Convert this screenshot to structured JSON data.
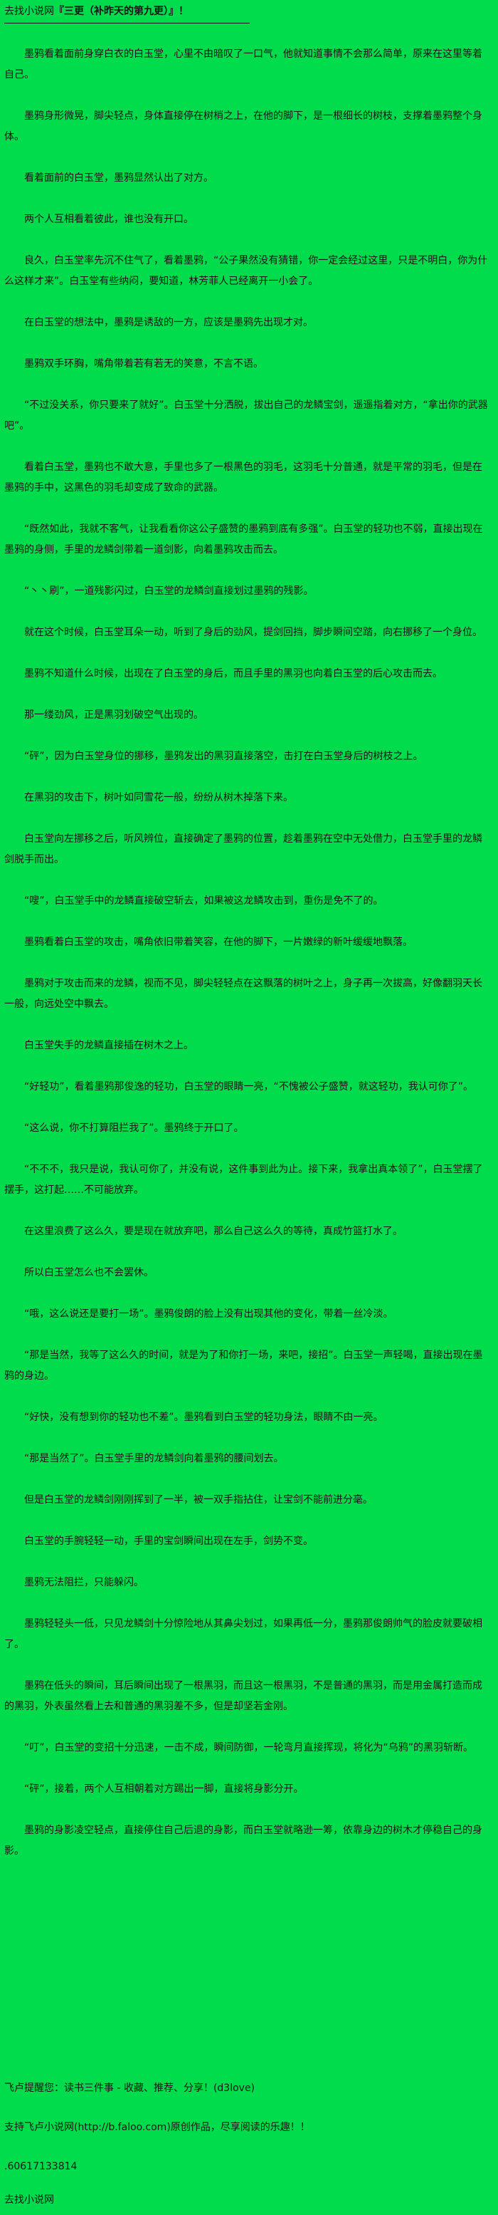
{
  "page": {
    "bg_color": "#00dc4b",
    "text_color": "#151515"
  },
  "header": {
    "site_name": "去找小说网",
    "chapter_title": "『三更（补昨天的第九更）』！"
  },
  "paragraphs": [
    "墨鸦看着面前身穿白衣的白玉堂，心里不由暗叹了一口气，他就知道事情不会那么简单，原来在这里等着自己。",
    "墨鸦身形微晃，脚尖轻点，身体直接停在树梢之上，在他的脚下，是一根细长的树枝，支撑着墨鸦整个身体。",
    "看着面前的白玉堂，墨鸦显然认出了对方。",
    "两个人互相看着彼此，谁也没有开口。",
    "良久，白玉堂率先沉不住气了，看着墨鸦，“公子果然没有猜错，你一定会经过这里，只是不明白，你为什么这样才来”。白玉堂有些纳闷，要知道，林芳菲人已经离开一小会了。",
    "在白玉堂的想法中，墨鸦是诱敌的一方，应该是墨鸦先出现才对。",
    "墨鸦双手环胸，嘴角带着若有若无的笑意，不言不语。",
    "“不过没关系，你只要来了就好”。白玉堂十分洒脱，拔出自己的龙鳞宝剑，遥遥指着对方，“拿出你的武器吧”。",
    "看着白玉堂，墨鸦也不敢大意，手里也多了一根黑色的羽毛，这羽毛十分普通，就是平常的羽毛，但是在墨鸦的手中，这黑色的羽毛却变成了致命的武器。",
    "“既然如此，我就不客气，让我看看你这公子盛赞的墨鸦到底有多强”。白玉堂的轻功也不弱，直接出现在墨鸦的身侧，手里的龙鳞剑带着一道剑影，向着墨鸦攻击而去。",
    "“丶丶刷”，一道残影闪过，白玉堂的龙鳞剑直接划过墨鸦的残影。",
    "就在这个时候，白玉堂耳朵一动，听到了身后的劲风，提剑回挡，脚步瞬间空踏，向右挪移了一个身位。",
    "墨鸦不知道什么时候，出现在了白玉堂的身后，而且手里的黑羽也向着白玉堂的后心攻击而去。",
    "那一缕劲风，正是黑羽划破空气出现的。",
    "“砰”，因为白玉堂身位的挪移，墨鸦发出的黑羽直接落空，击打在白玉堂身后的树枝之上。",
    "在黑羽的攻击下，树叶如同雪花一般，纷纷从树木掉落下来。",
    "白玉堂向左挪移之后，听风辨位，直接确定了墨鸦的位置，趁着墨鸦在空中无处借力，白玉堂手里的龙鳞剑脱手而出。",
    "“嗖”，白玉堂手中的龙鳞直接破空斩去，如果被这龙鳞攻击到，重伤是免不了的。",
    "墨鸦看着白玉堂的攻击，嘴角依旧带着笑容，在他的脚下，一片嫩绿的新叶缓缓地飘落。",
    "墨鸦对于攻击而来的龙鳞，视而不见，脚尖轻轻点在这飘落的树叶之上，身子再一次拔高，好像翻羽天长一般，向远处空中飘去。",
    "白玉堂失手的龙鳞直接插在树木之上。",
    "“好轻功”，看着墨鸦那俊逸的轻功，白玉堂的眼睛一亮，“不愧被公子盛赞，就这轻功，我认可你了”。",
    "“这么说，你不打算阻拦我了”。墨鸦终于开口了。",
    "“不不不，我只是说，我认可你了，并没有说，这件事到此为止。接下来，我拿出真本领了”，白玉堂摆了摆手，这打起……不可能放弃。",
    "在这里浪费了这么久，要是现在就放弃吧，那么自己这么久的等待，真成竹篮打水了。",
    "所以白玉堂怎么也不会罢休。",
    "“哦，这么说还是要打一场”。墨鸦俊朗的脸上没有出现其他的变化，带着一丝冷淡。",
    "“那是当然，我等了这么久的时间，就是为了和你打一场，来吧，接招”。白玉堂一声轻喝，直接出现在墨鸦的身边。",
    "“好快，没有想到你的轻功也不差”。墨鸦看到白玉堂的轻功身法，眼睛不由一亮。",
    "“那是当然了”。白玉堂手里的龙鳞剑向着墨鸦的腰间划去。",
    "但是白玉堂的龙鳞剑刚刚挥到了一半，被一双手指拈住，让宝剑不能前进分毫。",
    "白玉堂的手腕轻轻一动，手里的宝剑瞬间出现在左手，剑势不变。",
    "墨鸦无法阻拦，只能躲闪。",
    "墨鸦轻轻头一低，只见龙鳞剑十分惊险地从其鼻尖划过，如果再低一分，墨鸦那俊朗帅气的脸皮就要破相了。",
    "墨鸦在低头的瞬间，耳后瞬间出现了一根黑羽，而且这一根黑羽，不是普通的黑羽，而是用金属打造而成的黑羽，外表虽然看上去和普通的黑羽差不多，但是却坚若金刚。",
    "“叮”，白玉堂的变招十分迅速，一击不成，瞬间防御，一轮弯月直接挥现，将化为“乌鸦”的黑羽斩断。",
    "“砰”，接着，两个人互相朝着对方踢出一脚，直接将身影分开。",
    "墨鸦的身影凌空轻点，直接停住自己后退的身影，而白玉堂就略逊一筹，依靠身边的树木才停稳自己的身影。"
  ],
  "footer": {
    "reminder": "飞卢提醒您：读书三件事 - 收藏、推荐、分享！(d3love)",
    "support": "支持飞卢小说网(http://b.faloo.com)原创作品，尽享阅读的乐趣！！",
    "code": ".60617133814",
    "site_name": "去找小说网"
  }
}
